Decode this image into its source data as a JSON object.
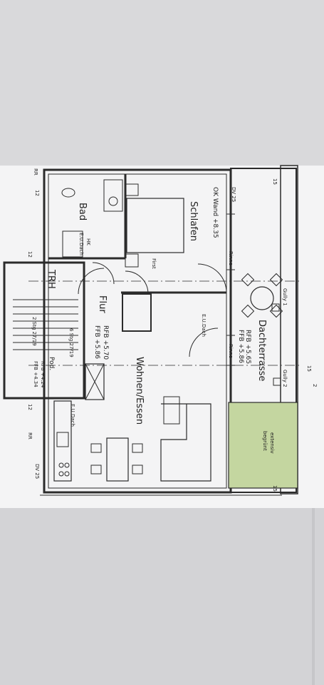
{
  "rooms": {
    "bad": "Bad",
    "schlafen": "Schlafen",
    "flur": "Flur",
    "wohnen_essen": "Wohnen/Essen",
    "dachterrasse": "Dachterrasse",
    "trh": "TRH",
    "pod": "Pod."
  },
  "levels": {
    "ok_wand": "OK Wand +8.35",
    "rfb_flur": "RFB +5.70",
    "ffb_flur": "FFB +5.86",
    "rfb_terrasse": "RFB +5.65",
    "ffb_terrasse": "FFB +5.86",
    "rfb_pod": "RFB +4.24",
    "ffb_pod": "FFB +4.34"
  },
  "annotations": {
    "dv25_top": "DV 25",
    "dv25_bottom": "DV 25",
    "rinne_1": "Rinne",
    "rinne_2": "Rinne",
    "gully_1": "Gully 1",
    "gully_2": "Gully 2",
    "first": "First",
    "hk": "HK",
    "eu_dach_1": "E.U.Dach",
    "eu_dach_2": "E.U.Dach",
    "eu_dach_3": "E.U.Dach",
    "extensiv": "extensiv",
    "begruent": "begrünt",
    "rr_1": "RR",
    "rr_2": "RR",
    "dim_15_a": "15",
    "dim_15_b": "15",
    "dim_15_c": "15",
    "dim_12_a": "12",
    "dim_12_b": "12",
    "dim_12_c": "12",
    "dim_2": "2",
    "stair_1": "2 Stg 27/19",
    "stair_2": "6 Stg 27/19"
  },
  "colors": {
    "line": "#2b2b2b",
    "paper": "#f4f4f5",
    "green_roof": "#c4d6a0"
  }
}
